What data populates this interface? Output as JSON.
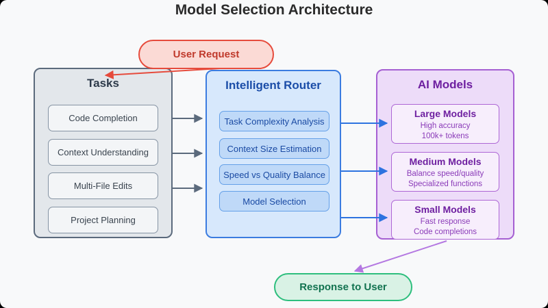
{
  "title": "Model Selection Architecture",
  "nodes": {
    "user_request": {
      "label": "User Request"
    },
    "response_to_user": {
      "label": "Response to User"
    }
  },
  "clusters": {
    "tasks": {
      "title": "Tasks",
      "items": [
        "Code Completion",
        "Context Understanding",
        "Multi-File Edits",
        "Project Planning"
      ]
    },
    "router": {
      "title": "Intelligent Router",
      "items": [
        "Task Complexity Analysis",
        "Context Size Estimation",
        "Speed vs Quality Balance",
        "Model Selection"
      ]
    },
    "models": {
      "title": "AI Models",
      "items": [
        {
          "title": "Large Models",
          "lines": [
            "High accuracy",
            "100k+ tokens"
          ]
        },
        {
          "title": "Medium Models",
          "lines": [
            "Balance speed/quality",
            "Specialized functions"
          ]
        },
        {
          "title": "Small Models",
          "lines": [
            "Fast response",
            "Code completions"
          ]
        }
      ]
    }
  },
  "colors": {
    "canvas_bg": "#f8f9fa",
    "title_text": "#2b2b2b",
    "tasks_fill": "#e3e7eb",
    "tasks_border": "#5b6a7c",
    "tasks_title": "#2d3a4a",
    "tasks_item_fill": "#f3f5f7",
    "tasks_item_border": "#8593a3",
    "tasks_item_text": "#39434e",
    "router_fill": "#d7e8fc",
    "router_border": "#3b7ce0",
    "router_title": "#1b4da8",
    "router_item_fill": "#bfd9f8",
    "router_item_border": "#64a0e8",
    "router_item_text": "#1a4aa3",
    "models_fill": "#eddcf9",
    "models_border": "#a55fd2",
    "models_title": "#6e1fa0",
    "models_item_fill": "#f7eefc",
    "models_item_border": "#ad66d5",
    "models_item_title": "#6e1fa0",
    "models_item_text": "#8a3ab8",
    "user_fill": "#fbdad5",
    "user_border": "#e64b3c",
    "user_text": "#c0392b",
    "response_fill": "#d9f2e5",
    "response_border": "#2dbe7d",
    "response_text": "#127350",
    "arrow_gray": "#5b6a7c",
    "arrow_blue": "#2d73e0",
    "arrow_red": "#e64b3c",
    "arrow_purple": "#b478e1"
  }
}
